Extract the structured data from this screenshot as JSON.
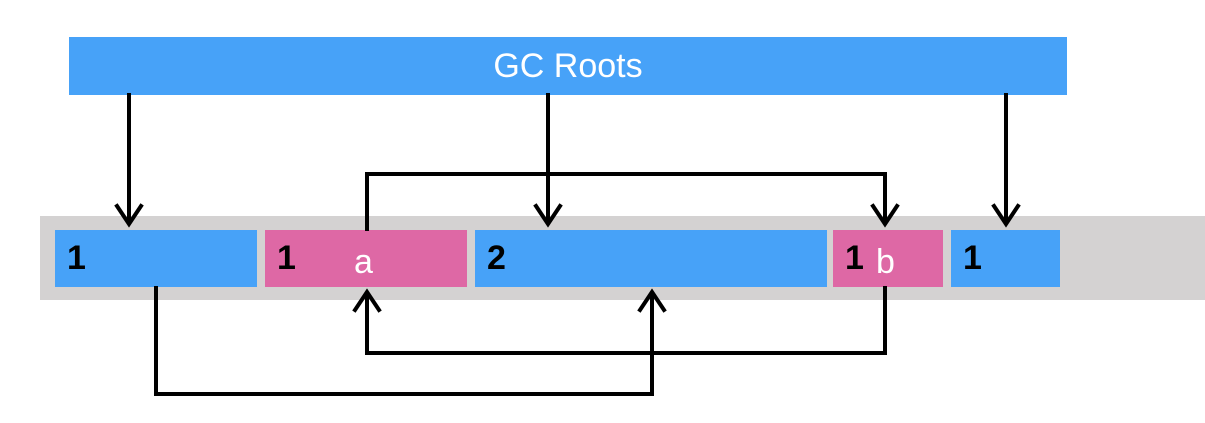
{
  "colors": {
    "root": "#47A2F8",
    "live": "#47A2F8",
    "garbage": "#DE68A5",
    "heap": "#D4D2D2",
    "arrow": "#000000",
    "text_on_block": "#000000",
    "tag_text": "#FFFFFF"
  },
  "roots": {
    "label": "GC Roots"
  },
  "heap_blocks": [
    {
      "id": "b1",
      "count": "1",
      "tag": "",
      "kind": "live"
    },
    {
      "id": "b2",
      "count": "1",
      "tag": "a",
      "kind": "garbage"
    },
    {
      "id": "b3",
      "count": "2",
      "tag": "",
      "kind": "live"
    },
    {
      "id": "b4",
      "count": "1",
      "tag": "b",
      "kind": "garbage"
    },
    {
      "id": "b5",
      "count": "1",
      "tag": "",
      "kind": "live"
    }
  ]
}
